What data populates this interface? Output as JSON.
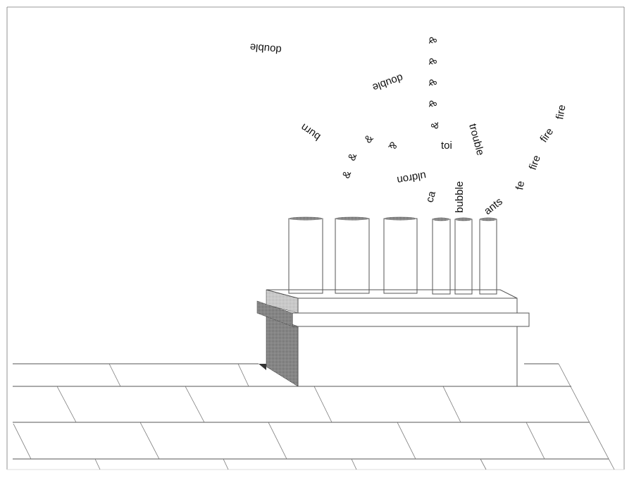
{
  "colors": {
    "outline": "#555555",
    "pot_fill": "#efefef",
    "shadow_dark": "#6a6a6a",
    "shadow_mid": "#9a9a9a",
    "slab_side": "#d0d0d0"
  },
  "words": {
    "double_1": "double",
    "double_2": "double",
    "burn": "burn",
    "amp_1": "&",
    "amp_2": "&",
    "amp_3": "&",
    "amp_col_1": "&",
    "amp_col_2": "&",
    "amp_col_3": "&",
    "amp_col_4": "&",
    "amp_col_5": "&",
    "cauldron_a": "ca",
    "cauldron_b": "uldron",
    "toil": "toi",
    "trouble": "trouble",
    "bubble": "bubble",
    "ants": "ants",
    "fe": "fe",
    "fire_1": "fire",
    "fire_2": "fire",
    "fire_3": "fire"
  }
}
